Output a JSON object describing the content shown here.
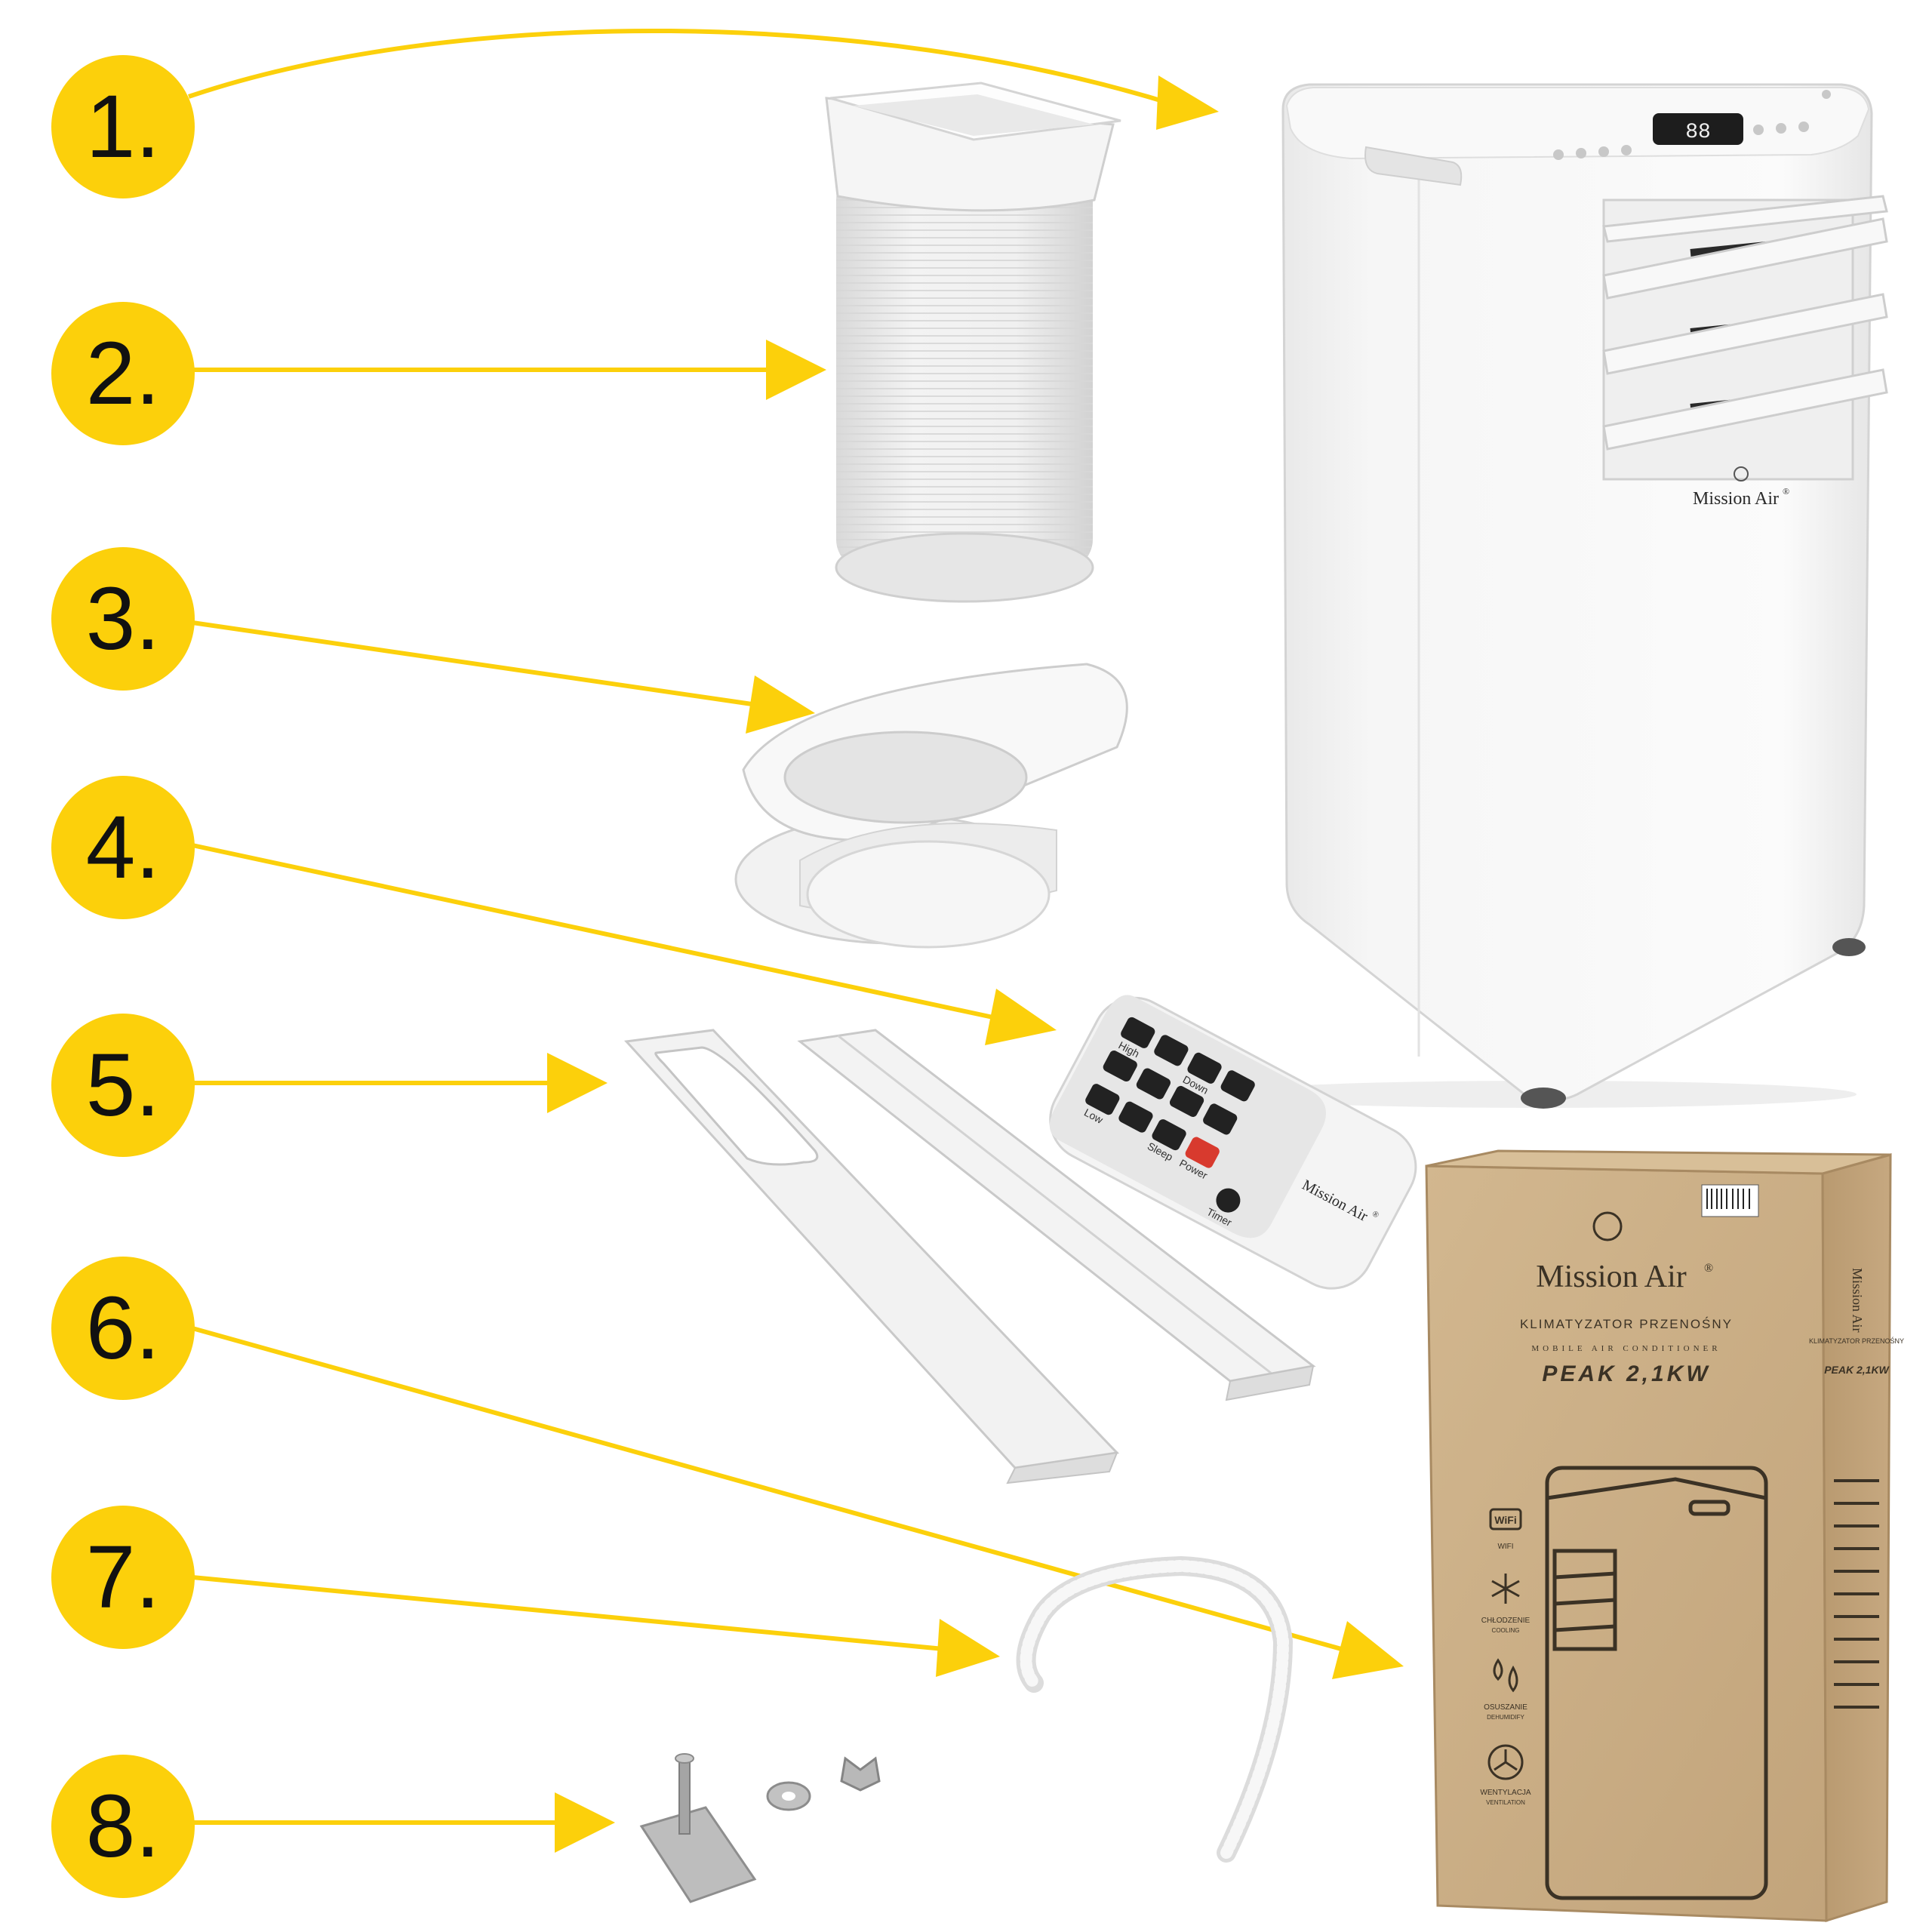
{
  "colors": {
    "accent_yellow": "#fcd00b",
    "box_kraft": "#c9ad85",
    "product_white": "#f4f4f4",
    "outline_grey": "#c9c9c9",
    "power_red": "#d83a2e"
  },
  "items": [
    {
      "label": "1.",
      "part": "mobile-air-conditioner"
    },
    {
      "label": "2.",
      "part": "exhaust-hose"
    },
    {
      "label": "3.",
      "part": "hose-adapter"
    },
    {
      "label": "4.",
      "part": "remote-control"
    },
    {
      "label": "5.",
      "part": "window-slide-panels"
    },
    {
      "label": "6.",
      "part": "packaging-box"
    },
    {
      "label": "7.",
      "part": "drain-hose"
    },
    {
      "label": "8.",
      "part": "mounting-screw-set"
    }
  ],
  "unit": {
    "brand": "Mission Air",
    "registered": "®",
    "display_digits": "88"
  },
  "remote": {
    "brand": "Mission Air",
    "registered": "®",
    "buttons": {
      "high": "High",
      "down": "Down",
      "low": "Low",
      "sleep": "Sleep",
      "power": "Power",
      "timer": "Timer"
    }
  },
  "box": {
    "brand": "Mission Air",
    "registered": "®",
    "product_type_pl": "KLIMATYZATOR PRZENOŚNY",
    "product_type_en": "MOBILE AIR CONDITIONER",
    "model": "PEAK 2,1KW",
    "side_brand": "Mission Air",
    "side_type": "KLIMATYZATOR PRZENOŚNY",
    "side_model": "PEAK 2,1KW",
    "features": [
      {
        "icon": "wifi-icon",
        "badge": "WiFi",
        "label_pl": "WIFI",
        "label_en": ""
      },
      {
        "icon": "snowflake-icon",
        "badge": "",
        "label_pl": "CHŁODZENIE",
        "label_en": "COOLING"
      },
      {
        "icon": "droplets-icon",
        "badge": "",
        "label_pl": "OSUSZANIE",
        "label_en": "DEHUMIDIFY"
      },
      {
        "icon": "fan-icon",
        "badge": "",
        "label_pl": "WENTYLACJA",
        "label_en": "VENTILATION"
      }
    ]
  }
}
